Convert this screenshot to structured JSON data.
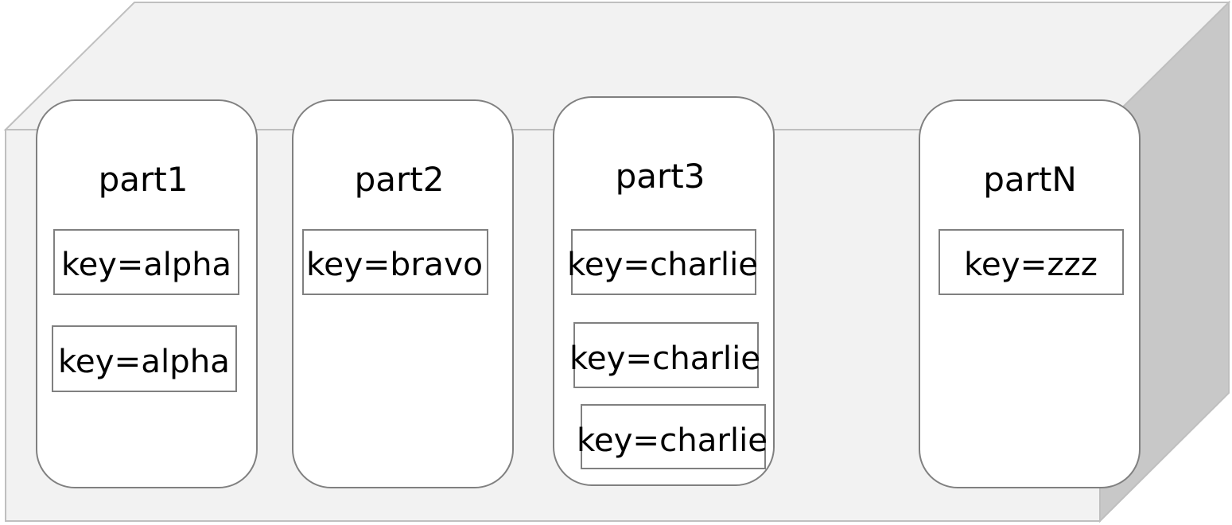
{
  "colors": {
    "box_front": "#f2f2f2",
    "box_top": "#f2f2f2",
    "box_side": "#c8c8c8",
    "outline": "#bfbfbf",
    "partition_fill": "#ffffff",
    "partition_stroke": "#808080"
  },
  "partitions": [
    {
      "title": "part1",
      "keys": [
        "key=alpha",
        "key=alpha"
      ]
    },
    {
      "title": "part2",
      "keys": [
        "key=bravo"
      ]
    },
    {
      "title": "part3",
      "keys": [
        "key=charlie",
        "key=charlie",
        "key=charlie"
      ]
    },
    {
      "title": "partN",
      "keys": [
        "key=zzz"
      ]
    }
  ]
}
